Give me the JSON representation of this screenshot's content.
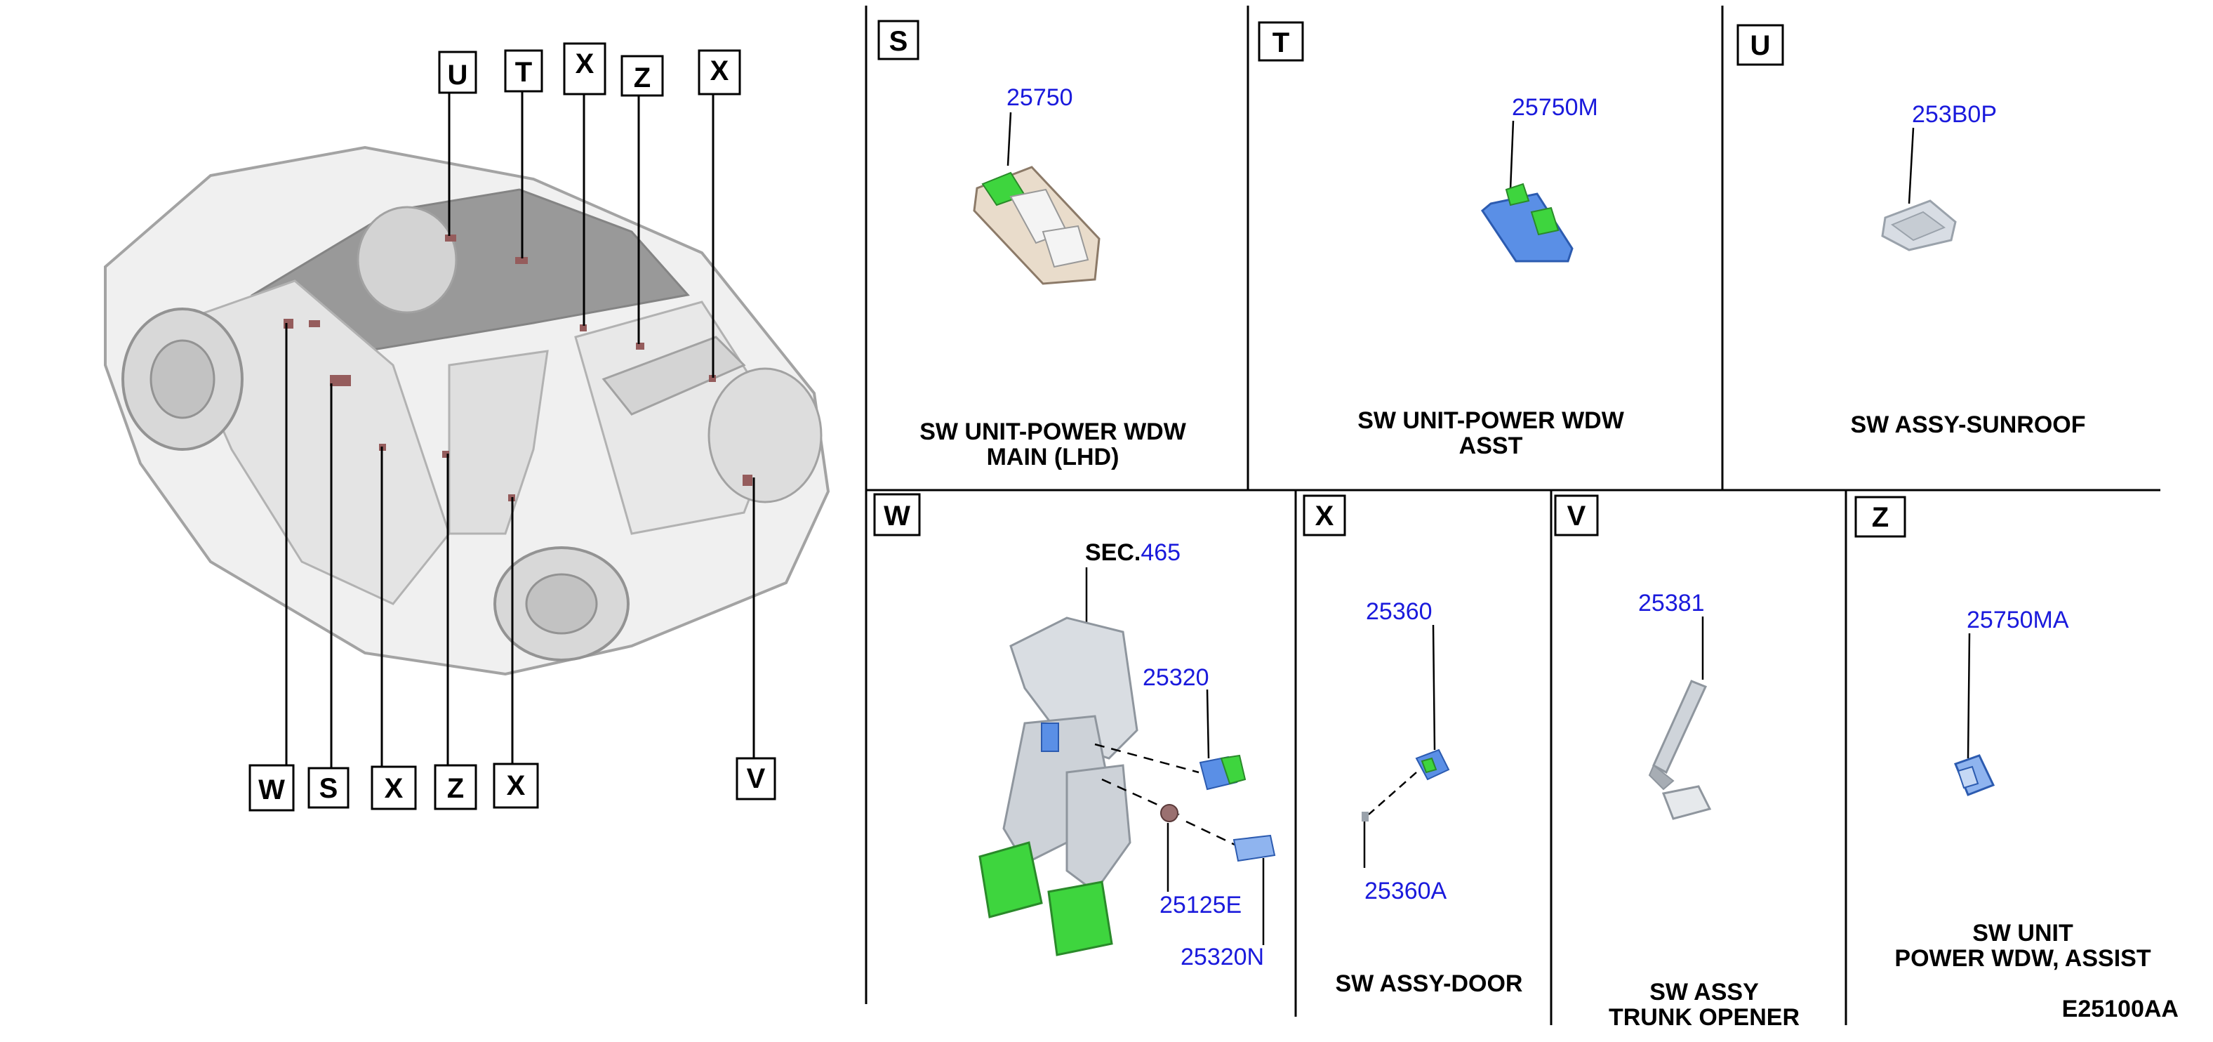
{
  "overview": {
    "top_labels": [
      "U",
      "T",
      "X",
      "Z",
      "X"
    ],
    "bottom_labels": [
      "W",
      "S",
      "X",
      "Z",
      "X"
    ],
    "side_label": "V"
  },
  "panels": {
    "S": {
      "letter": "S",
      "part": "25750",
      "title_line1": "SW UNIT-POWER WDW",
      "title_line2": "MAIN (LHD)"
    },
    "T": {
      "letter": "T",
      "part": "25750M",
      "title_line1": "SW UNIT-POWER WDW",
      "title_line2": "ASST"
    },
    "U": {
      "letter": "U",
      "part": "253B0P",
      "title_line1": "SW ASSY-SUNROOF"
    },
    "W": {
      "letter": "W",
      "sec_prefix": "SEC.",
      "sec_number": "465",
      "part_a": "25320",
      "part_b": "25125E",
      "part_c": "25320N"
    },
    "X": {
      "letter": "X",
      "part_a": "25360",
      "part_b": "25360A",
      "title_line1": "SW ASSY-DOOR"
    },
    "V": {
      "letter": "V",
      "part": "25381",
      "title_line1": "SW ASSY",
      "title_line2": "TRUNK OPENER"
    },
    "Z": {
      "letter": "Z",
      "part": "25750MA",
      "title_line1": "SW UNIT",
      "title_line2": "POWER WDW, ASSIST"
    }
  },
  "drawing_code": "E25100AA",
  "colors": {
    "line": "#000000",
    "part_number": "#1a1adc",
    "switch_green": "#3ed53e",
    "switch_blue": "#5a8fe6",
    "car_grey": "#c8c8c8"
  }
}
